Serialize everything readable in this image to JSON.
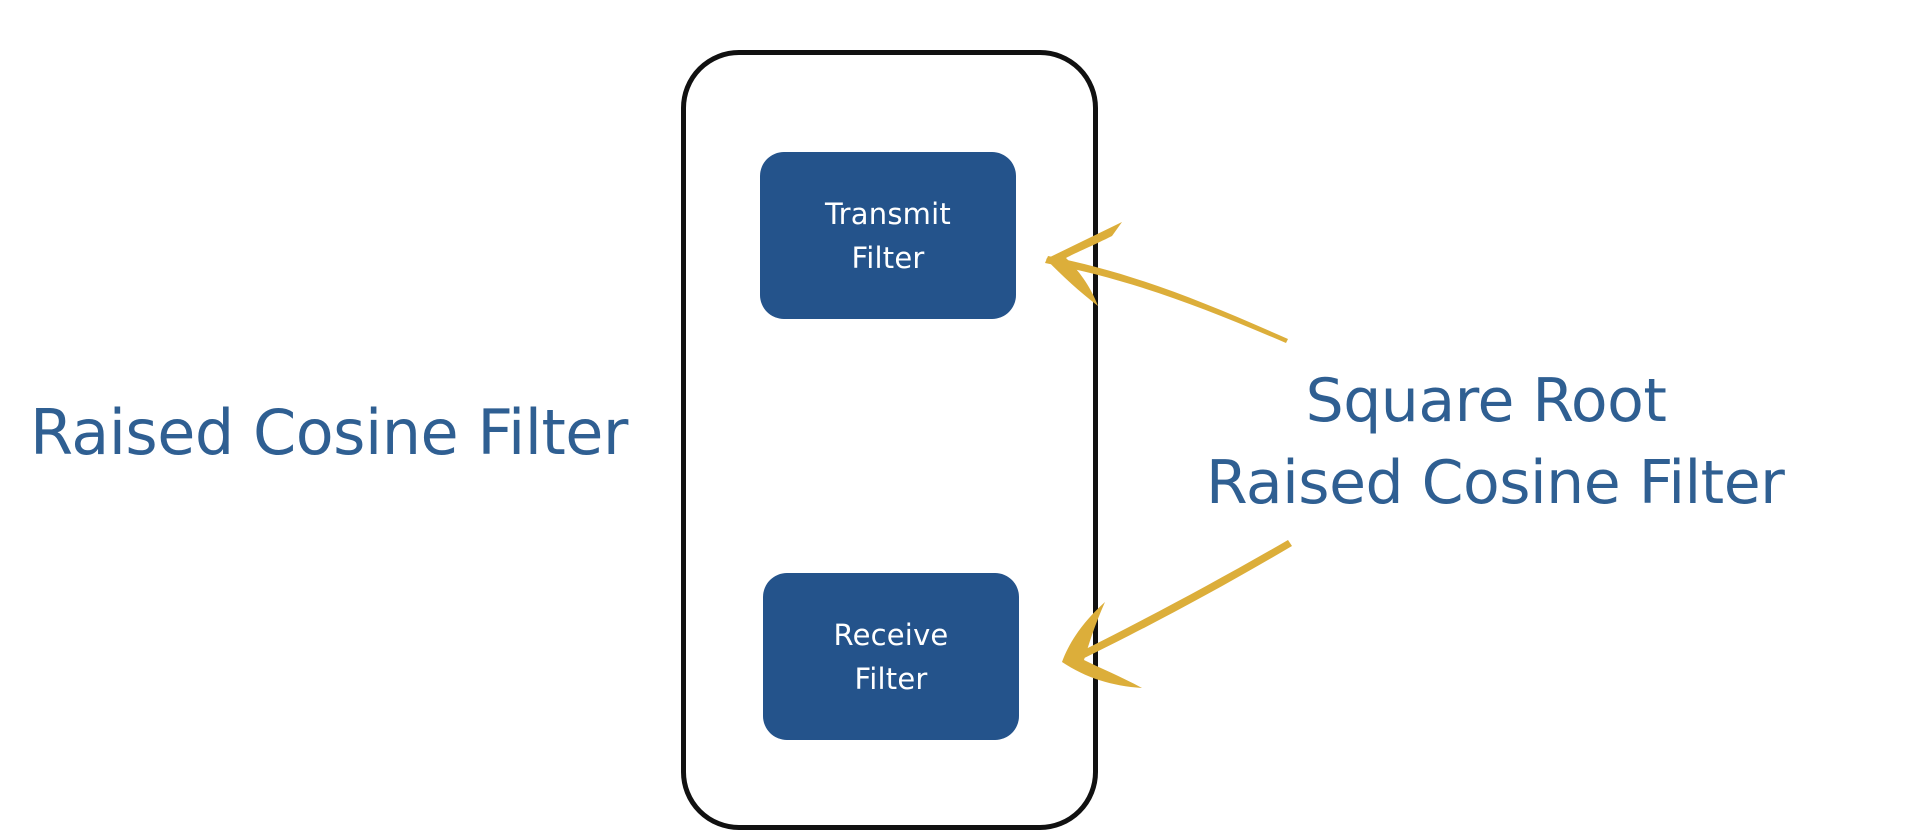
{
  "diagram": {
    "left_label": "Raised Cosine Filter",
    "transmit_filter": {
      "line1": "Transmit",
      "line2": "Filter"
    },
    "receive_filter": {
      "line1": "Receive",
      "line2": "Filter"
    },
    "right_label": {
      "line1": "Square Root",
      "line2": "Raised Cosine Filter"
    }
  },
  "colors": {
    "block_fill": "#24538b",
    "label_text": "#2f5f92",
    "arrow": "#dcae3a",
    "frame": "#111111",
    "background": "#ffffff"
  }
}
